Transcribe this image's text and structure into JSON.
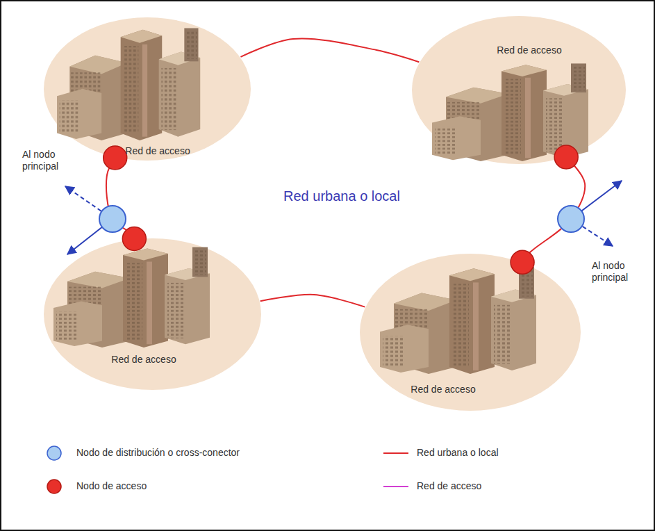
{
  "diagram": {
    "nodes": [
      {
        "text": [
          "Red de acceso"
        ]
      },
      {
        "text": [
          "Red de acceso"
        ]
      },
      {
        "text": [
          "Red de acceso"
        ]
      },
      {
        "text": [
          "Red de acceso"
        ]
      }
    ],
    "edges": [
      {
        "from": 0,
        "to": 1,
        "arrow": "none"
      },
      {
        "from": 1,
        "to": 3,
        "arrow": "none"
      },
      {
        "from": 3,
        "to": 2,
        "arrow": "none"
      },
      {
        "from": 2,
        "to": 0,
        "arrow": "none"
      }
    ],
    "labels": [
      "Red urbana o local",
      "Al nodo principal",
      "Al nodo principal"
    ],
    "legend": [
      {
        "text": "Nodo de distribución o cross-conector"
      },
      {
        "text": "Nodo de acceso"
      },
      {
        "text": "Red urbana o local"
      },
      {
        "text": "Red de acceso"
      }
    ]
  }
}
